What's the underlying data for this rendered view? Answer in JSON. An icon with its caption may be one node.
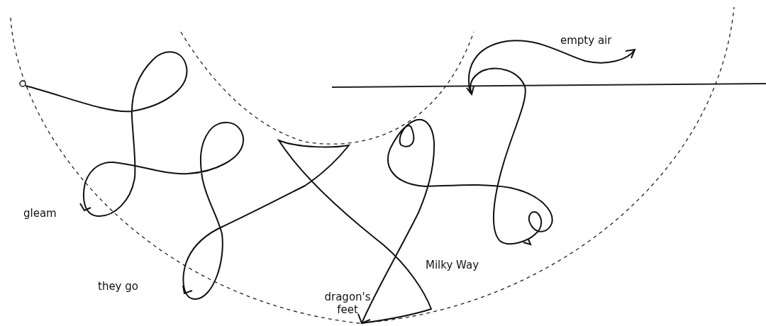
{
  "diagram": {
    "labels": [
      "empty air",
      "gleam",
      "Milky Way",
      "they go",
      "dragon's feet"
    ]
  }
}
